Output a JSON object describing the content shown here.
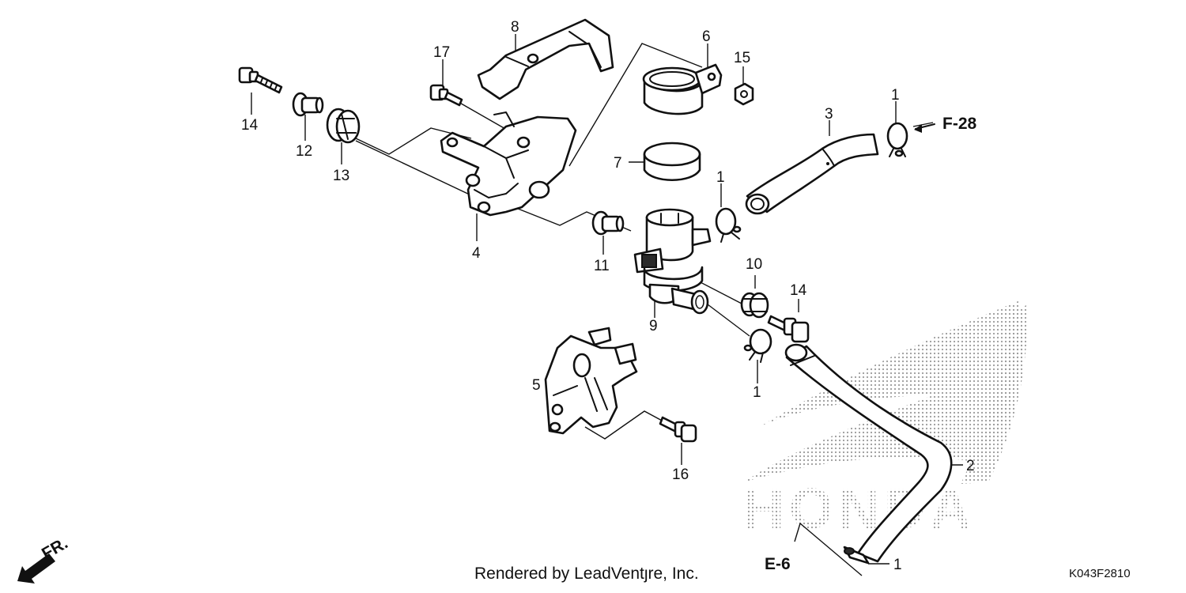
{
  "callouts": {
    "c1_top": "1",
    "c1_mid": "1",
    "c1_low": "1",
    "c1_bottom": "1",
    "c2": "2",
    "c3": "3",
    "c4": "4",
    "c5": "5",
    "c6": "6",
    "c7": "7",
    "c8": "8",
    "c9": "9",
    "c10": "10",
    "c11": "11",
    "c12": "12",
    "c13": "13",
    "c14_left": "14",
    "c14_right": "14",
    "c15": "15",
    "c16": "16",
    "c17": "17"
  },
  "references": {
    "f28": "F-28",
    "e6": "E-6",
    "front": "FR."
  },
  "watermark": {
    "brand_text": "HONDA"
  },
  "footer": {
    "rendered_by": "Rendered by LeadVentȷre, Inc.",
    "diagram_code": "K043F2810"
  },
  "colors": {
    "line": "#111111",
    "watermark_dots": "#9a9a9a"
  }
}
